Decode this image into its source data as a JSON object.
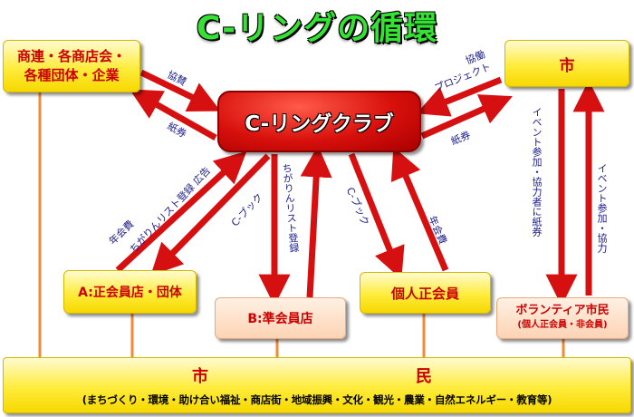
{
  "title": "C-リングの循環",
  "nodes": {
    "shoren": {
      "line1": "商連・各商店会・",
      "line2": "各種団体・企業"
    },
    "shi": "市",
    "club": "C-リングクラブ",
    "member_a": "A:正会員店・団体",
    "member_b": "B:準会員店",
    "individual": "個人正会員",
    "volunteer": {
      "line1": "ボランティア市民",
      "line2": "(個人正会員・非会員)"
    },
    "citizens": {
      "char1": "市",
      "char2": "民",
      "detail": "(まちづくり・環境・助け合い福祉・商店街・地域振興・文化・観光・農業・自然エネルギー・教育等)"
    }
  },
  "edge_labels": {
    "kyosan": "協賛",
    "shiken_left": "紙券",
    "kyodo_project_1": "協働",
    "kyodo_project_2": "プロジェクト",
    "shiken_right": "紙券",
    "nenkaihi_a": "年会費",
    "chigarin_kokoku": "ちがりんリスト登録 広告",
    "cbook_a": "C-ブック",
    "chigarin_toroku": "ちがりんリスト登録",
    "cbook_ind": "C-ブック",
    "nenkaihi_ind": "年会費",
    "event_shiken": "イベント参加・協力者に紙券",
    "event_kyoryoku": "イベント参加・協力"
  }
}
